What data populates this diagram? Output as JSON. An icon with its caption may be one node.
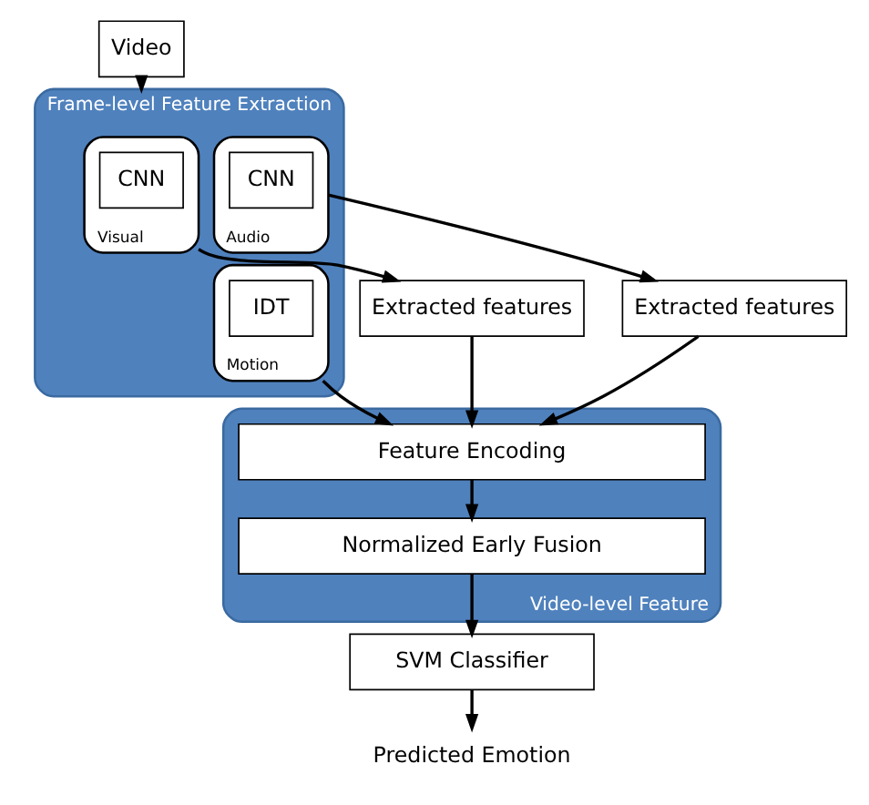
{
  "diagram": {
    "nodes": [
      {
        "text": [
          "Video"
        ]
      },
      {
        "text": [
          "Frame-level Feature Extraction"
        ]
      },
      {
        "text": [
          "Visual"
        ],
        "in": 1
      },
      {
        "text": [
          "CNN"
        ],
        "in": 2
      },
      {
        "text": [
          "Audio"
        ],
        "in": 1
      },
      {
        "text": [
          "CNN"
        ],
        "in": 4
      },
      {
        "text": [
          "Motion"
        ],
        "in": 1
      },
      {
        "text": [
          "IDT"
        ],
        "in": 6
      },
      {
        "text": [
          "Extracted features"
        ]
      },
      {
        "text": [
          "Extracted features"
        ]
      },
      {
        "text": [
          "Video-level Feature"
        ]
      },
      {
        "text": [
          "Feature Encoding"
        ],
        "in": 10
      },
      {
        "text": [
          "Normalized Early Fusion"
        ],
        "in": 10
      },
      {
        "text": [
          "SVM Classifier"
        ]
      },
      {
        "text": [
          "Predicted Emotion"
        ]
      }
    ],
    "edges": [
      {
        "from": 0,
        "to": 1,
        "arrow": "to"
      },
      {
        "from": 2,
        "to": 8,
        "arrow": "to"
      },
      {
        "from": 4,
        "to": 9,
        "arrow": "to"
      },
      {
        "from": 8,
        "to": 11,
        "arrow": "to"
      },
      {
        "from": 9,
        "to": 11,
        "arrow": "to"
      },
      {
        "from": 6,
        "to": 11,
        "arrow": "to"
      },
      {
        "from": 11,
        "to": 12,
        "arrow": "to"
      },
      {
        "from": 12,
        "to": 13,
        "arrow": "to"
      },
      {
        "from": 13,
        "to": 14,
        "arrow": "to"
      }
    ]
  }
}
